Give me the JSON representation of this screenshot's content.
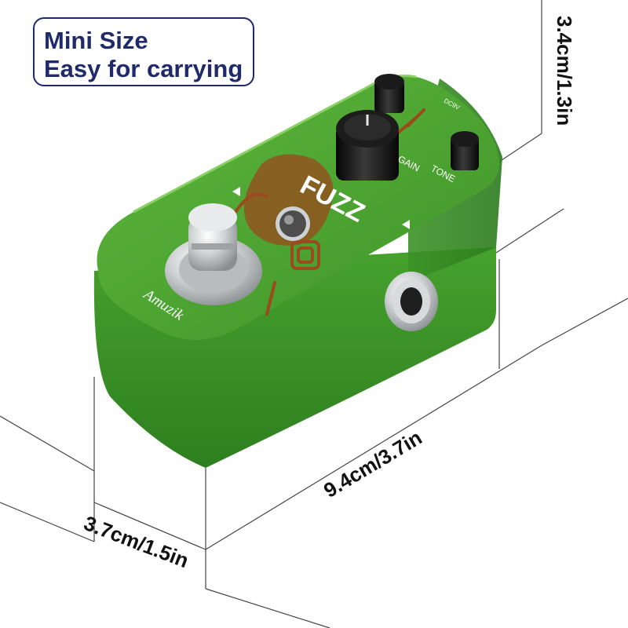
{
  "callout": {
    "line1": "Mini Size",
    "line2": "Easy for carrying"
  },
  "dimensions": {
    "height": "3.4cm/1.3in",
    "length": "9.4cm/3.7in",
    "width": "3.7cm/1.5in"
  },
  "pedal": {
    "title": "FUZZ",
    "brand": "Amuzik",
    "knob_gain_label": "GAIN",
    "knob_tone_label": "TONE",
    "power_label": "DC9V",
    "body_color": "#3f9a2a",
    "artwork_color": "#9a4a1c"
  }
}
